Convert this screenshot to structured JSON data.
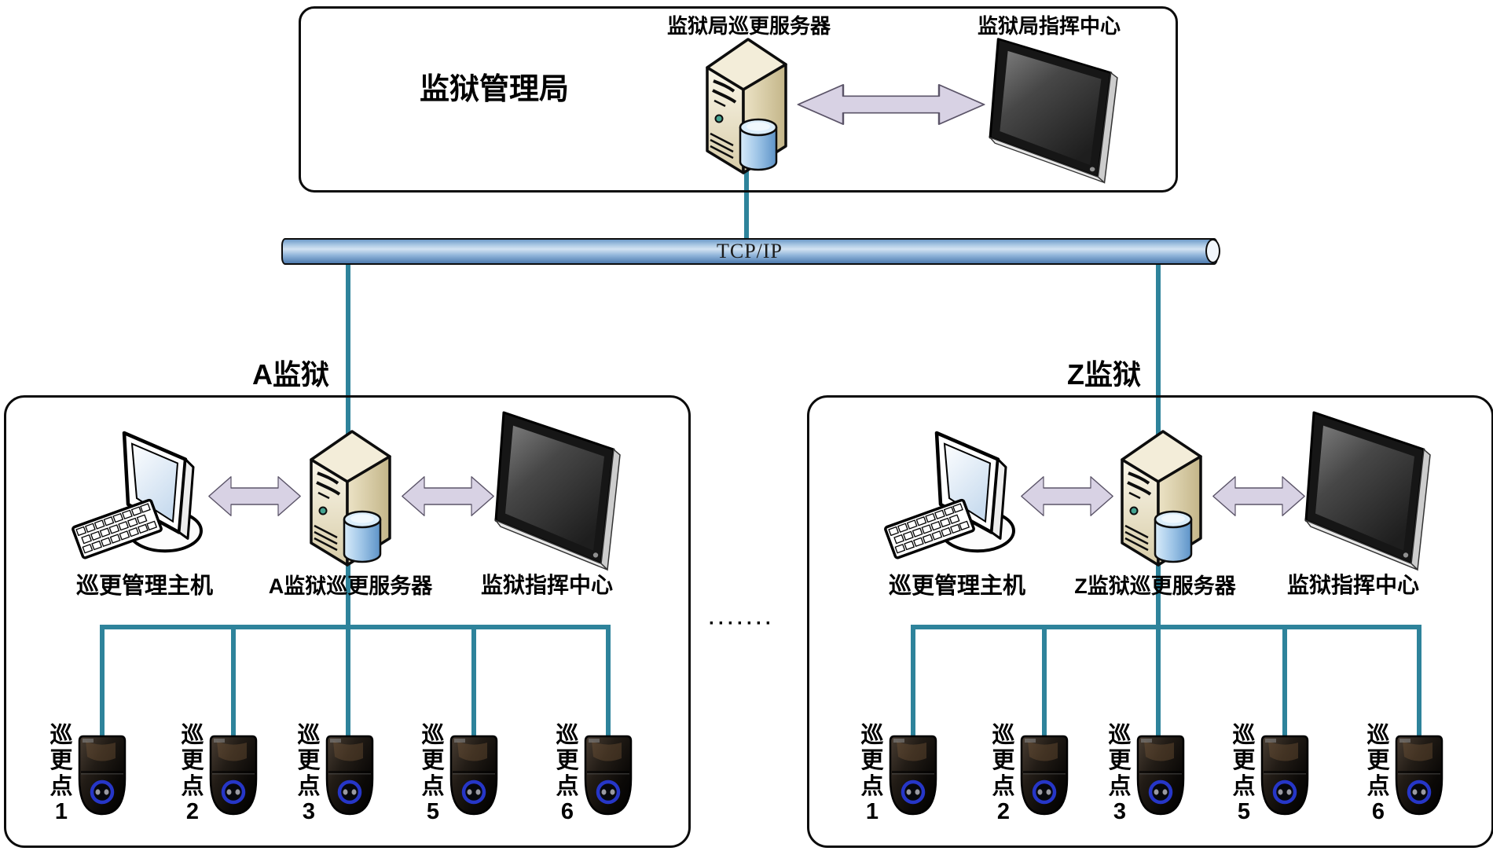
{
  "colors": {
    "connector_teal": "#2e839b",
    "arrow_lavender": "#d8d2e4",
    "pipe_blue": "#6f9cc9",
    "device_ring_blue": "#2636c8",
    "box_outline": "#0b0b0b"
  },
  "headquarters": {
    "title": "监狱管理局",
    "server_label": "监狱局巡更服务器",
    "command_center_label": "监狱局指挥中心"
  },
  "network_bus": {
    "label": "TCP/IP"
  },
  "separator_dots": "·······",
  "prisons": [
    {
      "title": "A监狱",
      "host_label": "巡更管理主机",
      "server_label": "A监狱巡更服务器",
      "command_center_label": "监狱指挥中心",
      "patrol_points": [
        {
          "label": "巡更点",
          "number": "1"
        },
        {
          "label": "巡更点",
          "number": "2"
        },
        {
          "label": "巡更点",
          "number": "3"
        },
        {
          "label": "巡更点",
          "number": "5"
        },
        {
          "label": "巡更点",
          "number": "6"
        }
      ]
    },
    {
      "title": "Z监狱",
      "host_label": "巡更管理主机",
      "server_label": "Z监狱巡更服务器",
      "command_center_label": "监狱指挥中心",
      "patrol_points": [
        {
          "label": "巡更点",
          "number": "1"
        },
        {
          "label": "巡更点",
          "number": "2"
        },
        {
          "label": "巡更点",
          "number": "3"
        },
        {
          "label": "巡更点",
          "number": "5"
        },
        {
          "label": "巡更点",
          "number": "6"
        }
      ]
    }
  ]
}
